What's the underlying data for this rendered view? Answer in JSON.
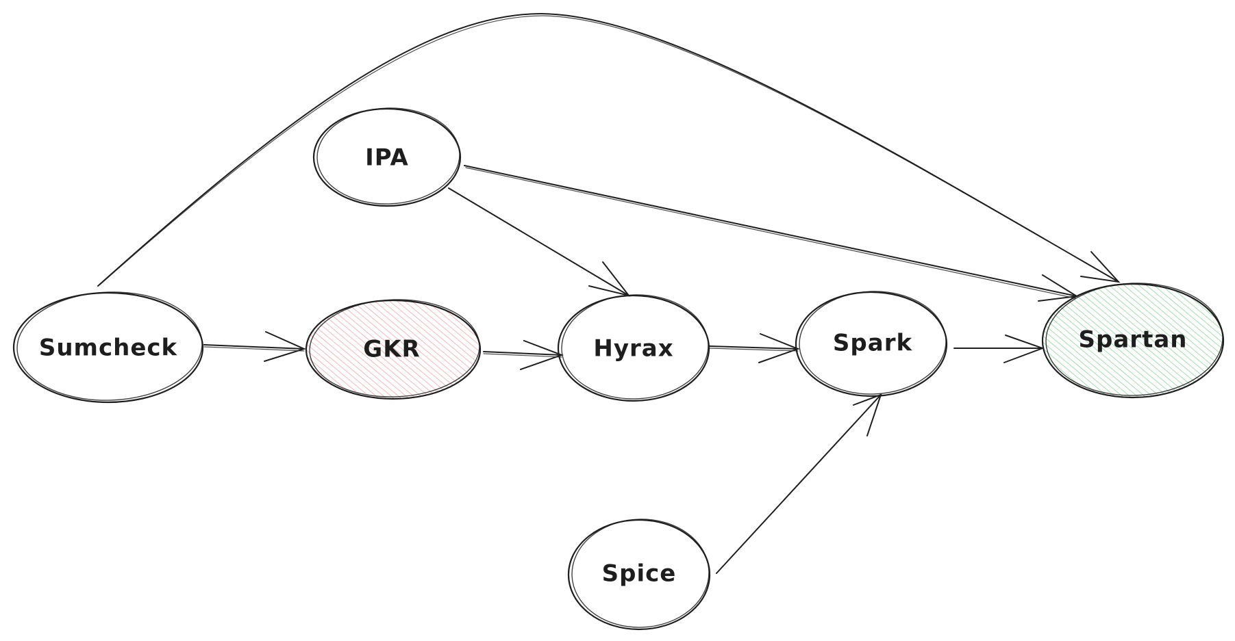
{
  "nodes": {
    "ipa": {
      "label": "IPA"
    },
    "sumcheck": {
      "label": "Sumcheck"
    },
    "gkr": {
      "label": "GKR",
      "fill": "#f4c6c6"
    },
    "hyrax": {
      "label": "Hyrax"
    },
    "spark": {
      "label": "Spark"
    },
    "spartan": {
      "label": "Spartan",
      "fill": "#b9e6bf"
    },
    "spice": {
      "label": "Spice"
    }
  },
  "edges": [
    {
      "from": "Sumcheck",
      "to": "GKR"
    },
    {
      "from": "GKR",
      "to": "Hyrax"
    },
    {
      "from": "Hyrax",
      "to": "Spark"
    },
    {
      "from": "Spark",
      "to": "Spartan"
    },
    {
      "from": "IPA",
      "to": "Hyrax"
    },
    {
      "from": "IPA",
      "to": "Spartan"
    },
    {
      "from": "Sumcheck",
      "to": "Spartan"
    },
    {
      "from": "Spice",
      "to": "Spark"
    }
  ],
  "colors": {
    "stroke": "#1e1e1e",
    "gkr_hatch": "#f0a6a6",
    "spartan_hatch": "#8fd49a"
  }
}
